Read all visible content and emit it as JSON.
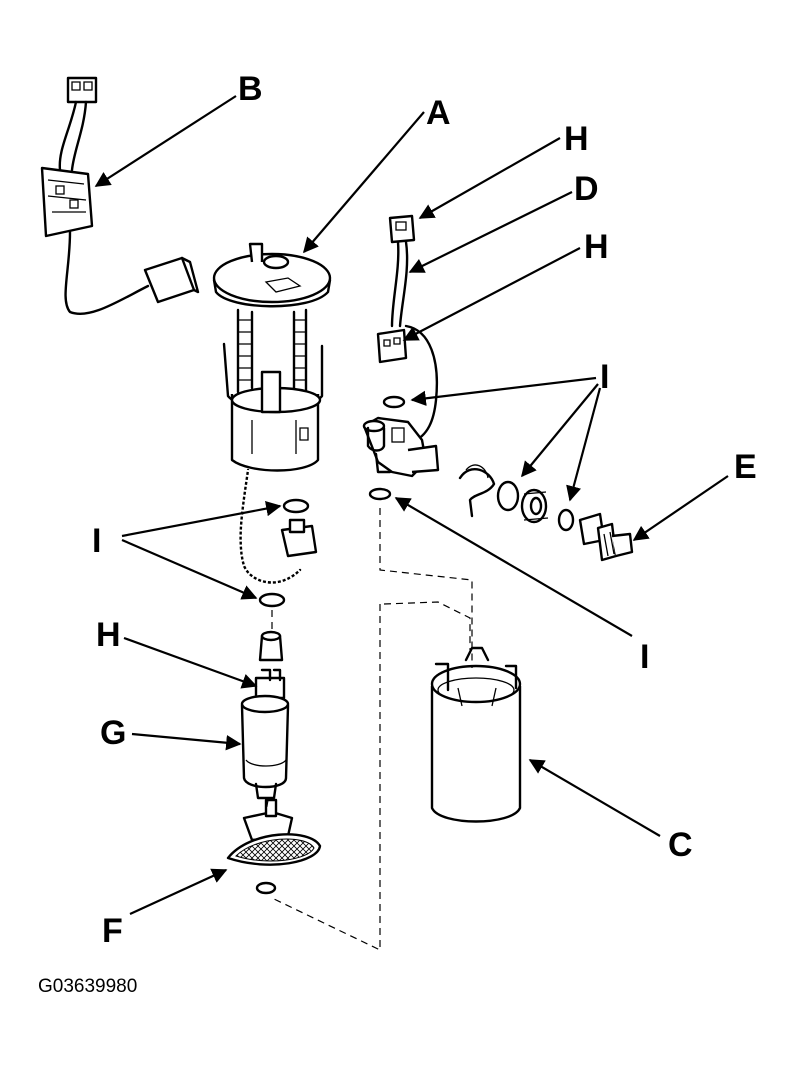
{
  "figure_id": "G03639980",
  "callouts": {
    "A": "A",
    "B": "B",
    "C": "C",
    "D": "D",
    "E": "E",
    "F": "F",
    "G": "G",
    "H_top": "H",
    "H_mid": "H",
    "H_pump": "H",
    "I_right": "I",
    "I_left": "I",
    "I_lower_right": "I"
  }
}
